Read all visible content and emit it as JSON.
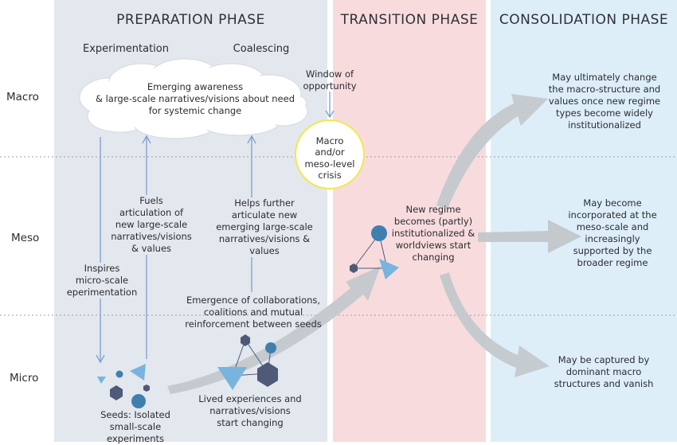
{
  "phases": {
    "preparation": "PREPARATION PHASE",
    "transition": "TRANSITION PHASE",
    "consolidation": "CONSOLIDATION PHASE"
  },
  "subphases": {
    "experimentation": "Experimentation",
    "coalescing": "Coalescing"
  },
  "levels": {
    "macro": "Macro",
    "meso": "Meso",
    "micro": "Micro"
  },
  "labels": {
    "cloud": "Emerging awareness\n& large-scale narratives/visions about need\nfor systemic change",
    "window": "Window of\nopportunity",
    "crisis": "Macro\nand/or\nmeso-level\ncrisis",
    "fuels": "Fuels\narticulation of\nnew large-scale\nnarratives/visions\n& values",
    "helps": "Helps further\narticulate new\nemerging large-scale\nnarratives/visions & values",
    "inspires": "Inspires\nmicro-scale\neperimentation",
    "emergence": "Emergence of collaborations,\ncoalitions and mutual\nreinforcement between seeds",
    "seeds": "Seeds: Isolated\nsmall-scale experiments",
    "lived": "Lived experiences and\nnarratives/visions\nstart changing",
    "new_regime": "New regime\nbecomes (partly)\ninstitutionalized &\nworldviews start\nchanging",
    "macro_change": "May ultimately change\nthe macro-structure and\nvalues once new regime\ntypes become widely\ninstitutionalized",
    "meso_incorp": "May become\nincorporated at the\nmeso-scale and\nincreasingly\nsupported by the\nbroader regime",
    "captured": "May be captured by\ndominant macro\nstructures and vanish"
  },
  "colors": {
    "preparation_bg": "#e3e7ee",
    "transition_bg": "#f8dcdd",
    "consolidation_bg": "#ddeef8",
    "arrow_gray": "#c3c8cc",
    "arrow_blue": "#7b9fd0",
    "shape_dark": "#4e5a78",
    "shape_blue": "#3f7fb0",
    "shape_light": "#78b4de",
    "crisis_ring": "#f2e84a"
  }
}
